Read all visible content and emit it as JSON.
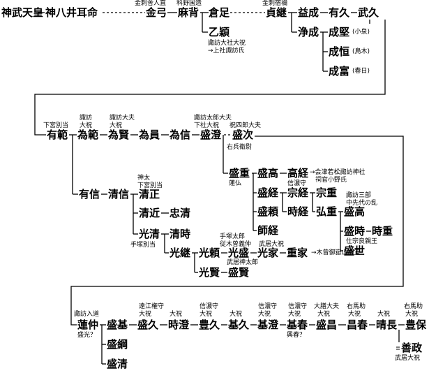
{
  "nodes": {
    "jimmu": "神武天皇",
    "kamuyaimimi": "神八井耳命",
    "kanayumi": "金弓",
    "masei": "麻背",
    "kurataru": "倉足",
    "otomaro": "乙穎",
    "sadatsugu": "貞継",
    "masunari": "益成",
    "arihisa": "有久",
    "takehisa": "武久",
    "kiyonari": "浄成",
    "naritaka": "成堅",
    "naritsune": "成恒",
    "naritomi": "成富",
    "arinori": "有範",
    "tamenori": "為範",
    "tamekata": "為賢",
    "tamekazu": "為員",
    "tamenobu": "為信",
    "morizumi": "盛澄",
    "moritsugu": "盛次",
    "morishige": "盛重",
    "moritaka": "盛高",
    "takatsune": "高経",
    "moritsune": "盛経",
    "munetsune": "宗経",
    "muneshige": "宗重",
    "moriyori": "盛頼",
    "tokitsune": "時経",
    "hiroshige": "弘重",
    "moritaka2": "盛高",
    "morotsune": "師経",
    "moritoki": "盛時",
    "tokishige": "時重",
    "moriyo": "盛世",
    "arinobu": "有信",
    "kiyonobu": "清信",
    "kiyomasa": "清正",
    "kiyochika": "清近",
    "tadakiyo": "忠清",
    "mitsukiyo": "光清",
    "kiyotoki": "清時",
    "mitsutsugu": "光継",
    "mitsuyori": "光頼",
    "mitsumori": "光盛",
    "mitsuie": "光家",
    "shigeie": "重家",
    "mitsukata": "光賢",
    "morikata": "盛賢",
    "rennaka": "蓮仲",
    "morimoto": "盛基",
    "morihisa": "盛久",
    "tokizumi": "時澄",
    "toyohisa": "豊久",
    "motohisa": "基久",
    "motozumi": "基澄",
    "motoharu": "基春",
    "morimasa": "盛昌",
    "masaharu": "昌春",
    "haruaki": "晴長",
    "toyoyasu": "豊保",
    "morotsuna": "盛綱",
    "morikiyo": "盛清",
    "yoshimasa": "善政"
  },
  "notes": {
    "kanasashi_toneri": "金刺舎人直",
    "shinano_kuninomiyatsuko": "科野国造",
    "kanasashi_sukune": "金刺宿禰",
    "koizumi": "(小泉)",
    "ueki": "(鳥木)",
    "kasuga": "(春日)",
    "suwa_taisha": "諏訪大社大祝",
    "kamisha_suwa": "→上社諏訪氏",
    "shimomiya_betto": "下宮別当",
    "suwa_oohouri": "諏訪",
    "oohouri_a": "大祝",
    "suwa_daifu": "諏訪大夫",
    "oohouri_b": "大祝",
    "suwa_taro_daifu": "諏訪太郎大夫",
    "shimosha_oohouri": "下社大祝",
    "hoshiro_daifu": "祝四郎大夫",
    "uhyoe": "右兵衛尉",
    "renbutsu": "蓮仏",
    "shinano_kami": "信濃守",
    "aizu_wakamatsu": "→会津若松諏訪神社",
    "shikan_onoshi": "祠官小野氏",
    "suwa_saburo": "諏訪三部",
    "nakasendai": "中先代の乱",
    "shinta": "神太",
    "shimomiya_betto2": "下宮別当",
    "tezuka_betto": "手塚別当",
    "tezuka_taro": "手塚太郎",
    "ju_kiso": "従木曽義仲",
    "takei_jiro": "武居大祝",
    "takei_taro": "武居神太郎",
    "kiso_mitake": "→木曾御嶽山禰宜",
    "tsukae_sogen": "仕宗良親王",
    "suwa_nyudo": "諏訪入道",
    "morimitsu_q": "盛光？",
    "totomi_kami": "遠江権守",
    "oohouri_c": "大祝",
    "shinano_kami_b": "信濃守",
    "oohouri_d": "大祝",
    "oohouri_e": "大祝",
    "shinano_kami_c": "信濃守",
    "oohouri_f": "大祝",
    "shinano_kami_d": "信濃守",
    "oohouri_g": "大祝",
    "motoharu_q": "興春？",
    "oosumi_daifu": "大膳大夫",
    "oohouri_h": "大祝",
    "umanosuke": "右馬助",
    "oohouri_i": "大祝",
    "oohouri_j": "大祝",
    "umanosuke_b": "右馬助",
    "oohouri_k": "大祝",
    "takei_oohouri": "武居大祝"
  }
}
